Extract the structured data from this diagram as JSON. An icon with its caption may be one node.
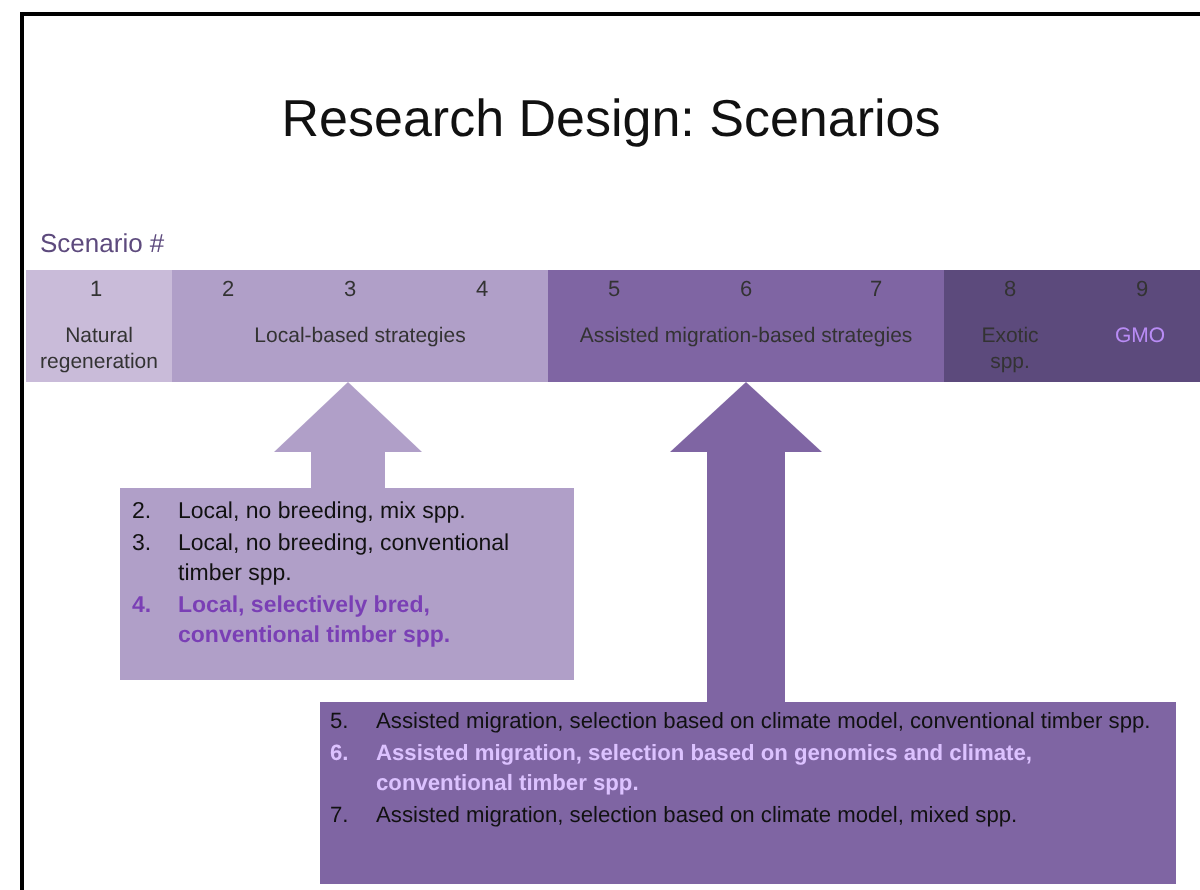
{
  "diagram": {
    "title": "Research Design: Scenarios",
    "nodes": [
      {
        "text": [
          "1",
          "Natural regeneration"
        ]
      },
      {
        "text": [
          "2",
          "3",
          "4",
          "Local-based strategies"
        ]
      },
      {
        "text": [
          "5",
          "6",
          "7",
          "Assisted migration-based strategies"
        ]
      },
      {
        "text": [
          "8",
          "Exotic spp."
        ]
      },
      {
        "text": [
          "9",
          "GMO"
        ]
      },
      {
        "text": [
          "2. Local, no breeding, mix spp.",
          "3. Local, no breeding, conventional timber spp.",
          "4. Local, selectively bred, conventional timber spp."
        ]
      },
      {
        "text": [
          "5. Assisted migration, selection based on climate model, conventional timber spp.",
          "6. Assisted migration, selection based on genomics and climate, conventional timber spp.",
          "7. Assisted migration, selection based on climate model, mixed spp."
        ]
      }
    ],
    "edges": [
      {
        "from": 5,
        "to": 1,
        "arrow": "to",
        "color": "#b09fc8"
      },
      {
        "from": 6,
        "to": 2,
        "arrow": "to",
        "color": "#7f65a3"
      }
    ],
    "labels": [
      "Scenario #"
    ]
  }
}
